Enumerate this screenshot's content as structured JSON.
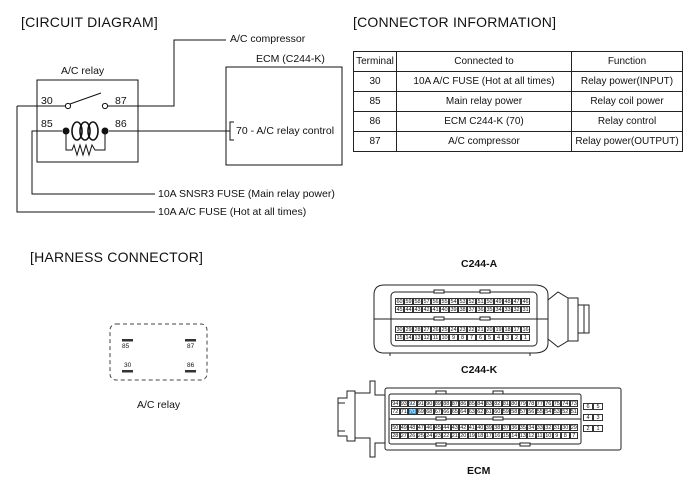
{
  "circuit": {
    "title": "[CIRCUIT DIAGRAM]",
    "relay_label": "A/C relay",
    "pin30": "30",
    "pin87": "87",
    "pin85": "85",
    "pin86": "86",
    "compressor_label": "A/C compressor",
    "ecm_label": "ECM (C244-K)",
    "ecm_pin_label": "70 - A/C relay control",
    "fuse1_label": "10A SNSR3 FUSE (Main relay power)",
    "fuse2_label": "10A A/C FUSE (Hot at all times)"
  },
  "connector_info": {
    "title": "[CONNECTOR INFORMATION]",
    "headers": [
      "Terminal",
      "Connected to",
      "Function"
    ],
    "rows": [
      [
        "30",
        "10A A/C FUSE (Hot at all times)",
        "Relay power(INPUT)"
      ],
      [
        "85",
        "Main relay power",
        "Relay coil power"
      ],
      [
        "86",
        "ECM C244-K (70)",
        "Relay control"
      ],
      [
        "87",
        "A/C compressor",
        "Relay power(OUTPUT)"
      ]
    ]
  },
  "harness": {
    "title": "[HARNESS CONNECTOR]",
    "relay_caption": "A/C relay",
    "relay_pins": [
      "85",
      "87",
      "30",
      "86"
    ],
    "c244a_label": "C244-A",
    "c244k_label": "C244-K",
    "ecm_label": "ECM",
    "c244a_rows": [
      [
        "60",
        "59",
        "58",
        "57",
        "56",
        "55",
        "54",
        "53",
        "52",
        "51",
        "50",
        "49",
        "48",
        "47",
        "46"
      ],
      [
        "45",
        "44",
        "43",
        "42",
        "41",
        "40",
        "39",
        "38",
        "37",
        "36",
        "35",
        "34",
        "33",
        "32",
        "31"
      ],
      [
        "30",
        "29",
        "28",
        "27",
        "26",
        "25",
        "24",
        "23",
        "22",
        "21",
        "20",
        "19",
        "18",
        "17",
        "16"
      ],
      [
        "15",
        "14",
        "13",
        "12",
        "11",
        "10",
        "9",
        "8",
        "7",
        "6",
        "5",
        "4",
        "3",
        "2",
        "1"
      ]
    ],
    "c244k_rows": [
      [
        "94",
        "93",
        "92",
        "91",
        "90",
        "89",
        "88",
        "87",
        "86",
        "85",
        "84",
        "83",
        "82",
        "81",
        "80",
        "79",
        "78",
        "77",
        "76",
        "75",
        "74",
        "73"
      ],
      [
        "72",
        "71",
        "70",
        "69",
        "68",
        "67",
        "66",
        "65",
        "64",
        "63",
        "62",
        "61",
        "60",
        "59",
        "58",
        "57",
        "56",
        "55",
        "54",
        "53",
        "52",
        "51"
      ],
      [
        "50",
        "49",
        "48",
        "47",
        "46",
        "45",
        "44",
        "43",
        "42",
        "41",
        "40",
        "39",
        "38",
        "37",
        "36",
        "35",
        "34",
        "33",
        "32",
        "31",
        "30",
        "29"
      ],
      [
        "28",
        "27",
        "26",
        "25",
        "24",
        "23",
        "22",
        "21",
        "20",
        "19",
        "18",
        "17",
        "16",
        "15",
        "14",
        "13",
        "12",
        "11",
        "10",
        "9",
        "8",
        "7"
      ]
    ],
    "c244k_side": [
      [
        "6",
        "5"
      ],
      [
        "4",
        "3"
      ],
      [
        "2",
        "1"
      ]
    ],
    "highlight_pin": "70",
    "highlight_color": "#3a9fd8"
  }
}
